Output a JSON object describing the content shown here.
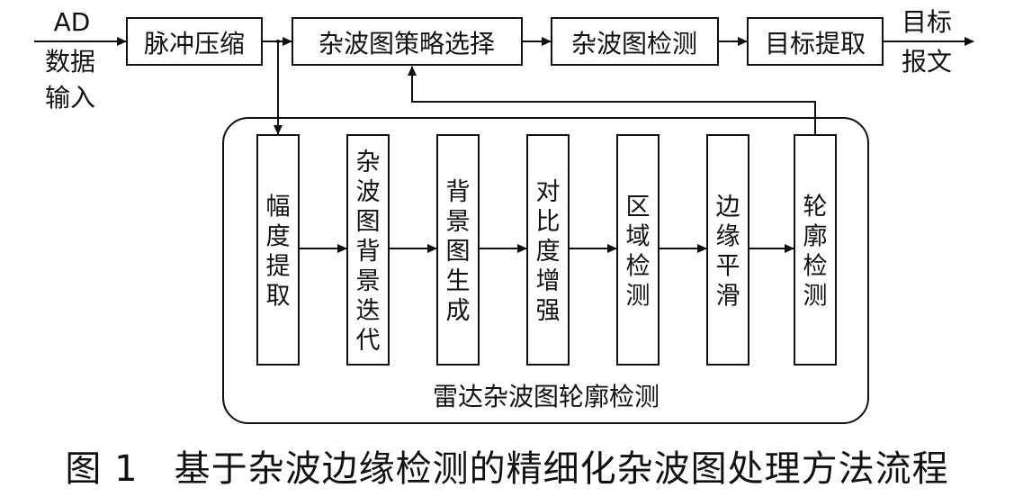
{
  "input": {
    "line1": "AD",
    "line2": "数据",
    "line3": "输入"
  },
  "output": {
    "line1": "目标",
    "line2": "报文"
  },
  "top_steps": [
    "脉冲压缩",
    "杂波图策略选择",
    "杂波图检测",
    "目标提取"
  ],
  "group_label": "雷达杂波图轮廓检测",
  "inner_steps": [
    "幅度提取",
    "杂波图背景迭代",
    "背景图生成",
    "对比度增强",
    "区域检测",
    "边缘平滑",
    "轮廓检测"
  ],
  "caption": {
    "number": "图 1",
    "title": "基于杂波边缘检测的精细化杂波图处理方法流程"
  }
}
